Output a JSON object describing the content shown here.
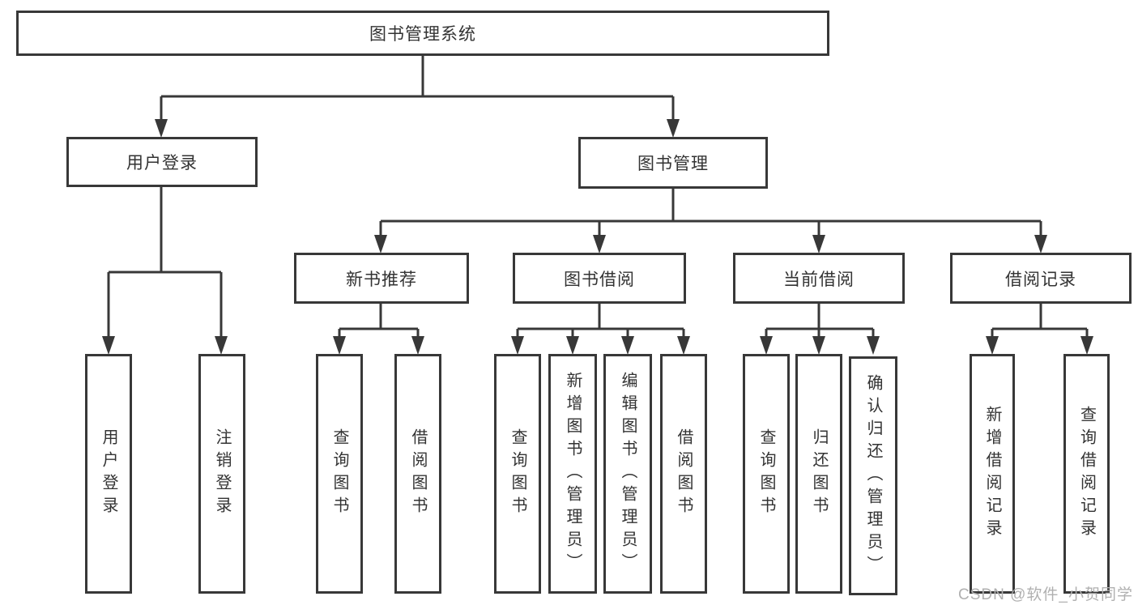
{
  "diagram_title": "图书管理系统",
  "tree": {
    "label": "图书管理系统",
    "children": [
      {
        "label": "用户登录",
        "children": [
          {
            "label": "用户登录"
          },
          {
            "label": "注销登录"
          }
        ]
      },
      {
        "label": "图书管理",
        "children": [
          {
            "label": "新书推荐",
            "children": [
              {
                "label": "查询图书"
              },
              {
                "label": "借阅图书"
              }
            ]
          },
          {
            "label": "图书借阅",
            "children": [
              {
                "label": "查询图书"
              },
              {
                "label": "新增图书（管理员）"
              },
              {
                "label": "编辑图书（管理员）"
              },
              {
                "label": "借阅图书"
              }
            ]
          },
          {
            "label": "当前借阅",
            "children": [
              {
                "label": "查询图书"
              },
              {
                "label": "归还图书"
              },
              {
                "label": "确认归还（管理员）"
              }
            ]
          },
          {
            "label": "借阅记录",
            "children": [
              {
                "label": "新增借阅记录"
              },
              {
                "label": "查询借阅记录"
              }
            ]
          }
        ]
      }
    ]
  },
  "watermark": {
    "text": "CSDN @软件_小贺同学"
  },
  "colors": {
    "line": "#383838",
    "text": "#333333",
    "watermark": "#b0b0b0",
    "background": "#ffffff"
  }
}
